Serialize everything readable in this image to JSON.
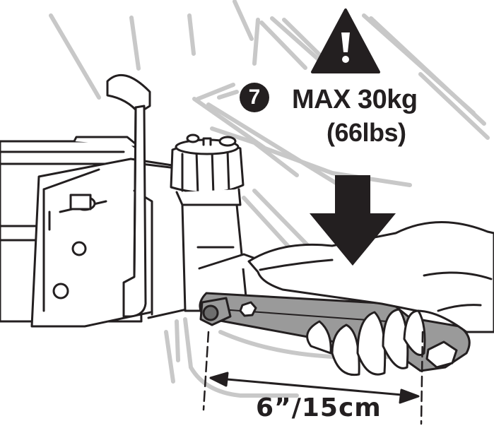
{
  "step": {
    "number": "7"
  },
  "warning": {
    "icon": "warning-triangle-icon",
    "line1": "MAX 30kg",
    "line2": "(66lbs)"
  },
  "dimension": {
    "label": "6”/15cm"
  },
  "colors": {
    "ink": "#231f20",
    "metal": "#9a9a9a",
    "fill": "#ffffff",
    "ghost": "#c8c8c8"
  }
}
